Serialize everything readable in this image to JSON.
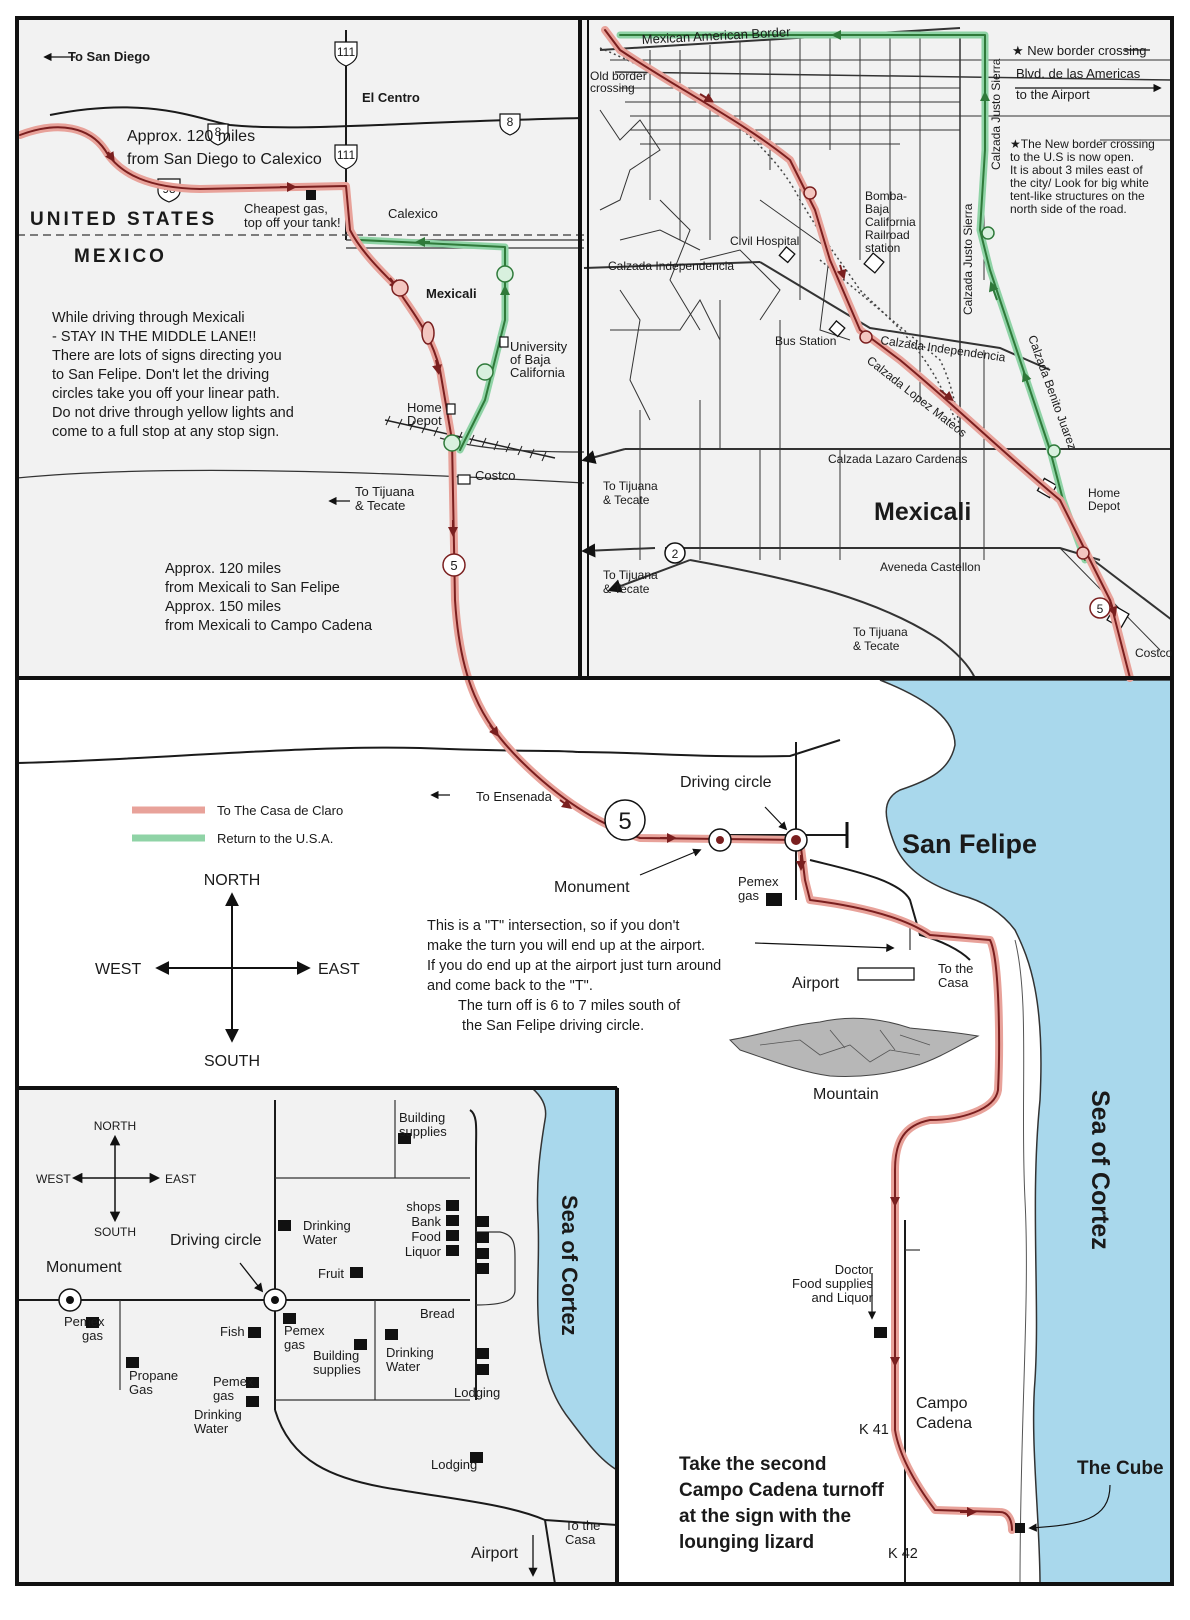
{
  "colors": {
    "route_to_casa": "#e8a29a",
    "route_return_usa": "#8fd3a6",
    "sea": "#a9d8ec",
    "panel_background": "#f2f2f2"
  },
  "icons": [
    "arrow-icon",
    "driving-circle-icon",
    "building-icon",
    "compass-icon",
    "mountain-icon",
    "highway-shield-icon"
  ],
  "panel_us_border": {
    "to_san_diego": "To San Diego",
    "el_centro": "El  Centro",
    "i8_a": "8",
    "i8_b": "8",
    "hwy111_a": "111",
    "hwy111_b": "111",
    "hwy98": "98",
    "distance_note": [
      "Approx. 120 miles",
      "from San Diego to Calexico"
    ],
    "cheap_gas": [
      "Cheapest gas,",
      "top off your tank!"
    ],
    "united_states": "UNITED STATES",
    "mexico": "MEXICO",
    "calexico": "Calexico",
    "mexicali": "Mexicali",
    "university": [
      "University",
      "of Baja",
      "California"
    ],
    "home_depot": [
      "Home",
      "Depot"
    ],
    "costco": "Costco",
    "to_tijuana": [
      "To Tijuana",
      "& Tecate"
    ],
    "hwy5": "5",
    "driving_note": [
      "While driving through Mexicali",
      "- STAY IN THE MIDDLE LANE!!",
      "There are lots of signs directing you",
      "to San Felipe. Don't let the driving",
      "circles take you off your linear path.",
      "Do not drive through yellow lights and",
      "come to a full stop at any stop sign."
    ],
    "distance_note2": [
      "Approx. 120 miles",
      "from Mexicali to San Felipe",
      "Approx. 150 miles",
      "from Mexicali to Campo Cadena"
    ]
  },
  "panel_mexicali": {
    "border": "Mexican American Border",
    "old_crossing": [
      "Old border",
      "crossing"
    ],
    "new_crossing": "★ New border crossing",
    "blvd": "Blvd. de las Americas",
    "to_airport": "to the Airport",
    "new_crossing_note": [
      "★The New border crossing",
      "to the U.S is now open.",
      "It is about 3 miles east of",
      "the city/ Look for big white",
      "tent-like structures on the",
      "north side of the road."
    ],
    "calzada_sierra_a": "Calzada Justo Sierra",
    "calzada_sierra_b": "Calzada Justo Sierra",
    "bomba": [
      "Bomba-",
      "Baja",
      "California",
      "Railroad",
      "station"
    ],
    "civil_hospital": "Civil Hospital",
    "calzada_indep_a": "Calzada Independencia",
    "calzada_indep_b": "Calzada Independencia",
    "bus_station": "Bus Station",
    "lopez_mateos": "Calzada Lopez Mateos",
    "benito_juarez": "Calzada Benito Juarez",
    "lazaro_cardenas": "Calzada Lazaro Cardenas",
    "to_tijuana_1": [
      "To Tijuana",
      "& Tecate"
    ],
    "to_tijuana_2": [
      "To Tijuana",
      "& Tecate"
    ],
    "to_tijuana_3": [
      "To Tijuana",
      "& Tecate"
    ],
    "mexicali_title": "Mexicali",
    "home_depot": [
      "Home",
      "Depot"
    ],
    "hwy2": "2",
    "castellon": "Aveneda Castellon",
    "hwy5": "5",
    "costco": "Costco"
  },
  "panel_south": {
    "to_ensenada": "To Ensenada",
    "legend": [
      {
        "label": "To The Casa de Claro",
        "color": "#e8a29a"
      },
      {
        "label": "Return to the U.S.A.",
        "color": "#8fd3a6"
      }
    ],
    "compass": {
      "north": "NORTH",
      "south": "SOUTH",
      "east": "EAST",
      "west": "WEST"
    },
    "hwy5": "5",
    "driving_circle": "Driving circle",
    "monument": "Monument",
    "san_felipe": "San Felipe",
    "pemex": [
      "Pemex",
      "gas"
    ],
    "t_note": [
      "This is a \"T\" intersection, so if you don't",
      "make the turn you will end up at the airport.",
      "If you do end up at the airport just turn around",
      "and come back to the \"T\".",
      "The turn off is 6 to 7 miles south of",
      "the San Felipe driving circle."
    ],
    "airport": "Airport",
    "to_the_casa": [
      "To the",
      "Casa"
    ],
    "mountain": "Mountain",
    "sea_of_cortez": "Sea of Cortez",
    "doctor": [
      "Doctor",
      "Food supplies",
      "and Liquor"
    ],
    "campo": [
      "Campo",
      "Cadena"
    ],
    "k41": "K 41",
    "k42": "K 42",
    "take_second": [
      "Take the second",
      "Campo Cadena turnoff",
      "at the sign with the",
      "lounging lizard"
    ],
    "the_cube": "The Cube"
  },
  "inset": {
    "compass": {
      "north": "NORTH",
      "south": "SOUTH",
      "east": "EAST",
      "west": "WEST"
    },
    "driving_circle": "Driving circle",
    "monument": "Monument",
    "pemex_1": [
      "Pemex",
      "gas"
    ],
    "propane": [
      "Propane",
      "Gas"
    ],
    "building_supplies_top": [
      "Building",
      "supplies"
    ],
    "drinking_water_1": [
      "Drinking",
      "Water"
    ],
    "shops": [
      "shops",
      "Bank",
      "Food",
      "Liquor"
    ],
    "fruit": "Fruit",
    "fish": "Fish",
    "pemex_2": [
      "Pemex",
      "gas"
    ],
    "building_supplies_2": [
      "Building",
      "supplies"
    ],
    "bread": "Bread",
    "drinking_water_2": [
      "Drinking",
      "Water"
    ],
    "lodging_1": "Lodging",
    "pemex_3": [
      "Pemex",
      "gas"
    ],
    "drinking_water_3": [
      "Drinking",
      "Water"
    ],
    "lodging_2": "Lodging",
    "airport": "Airport",
    "to_the_casa": [
      "To the",
      "Casa"
    ],
    "sea_of_cortez": "Sea of Cortez"
  }
}
